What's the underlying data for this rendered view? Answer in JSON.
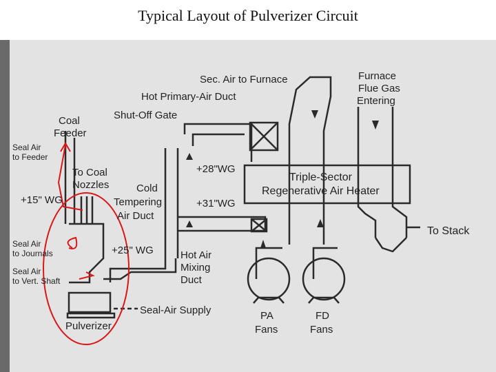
{
  "title": "Typical Layout of Pulverizer Circuit",
  "labels": {
    "sec_air": "Sec. Air to Furnace",
    "hot_primary": "Hot Primary-Air Duct",
    "shutoff": "Shut-Off Gate",
    "furnace1": "Furnace",
    "furnace2": "Flue Gas",
    "furnace3": "Entering",
    "coal1": "Coal",
    "coal2": "Feeder",
    "sealfeed1": "Seal Air",
    "sealfeed2": "to Feeder",
    "nozzles1": "To Coal",
    "nozzles2": "Nozzles",
    "wg15": "+15\" WG",
    "wg28": "+28\"WG",
    "wg31": "+31\"WG",
    "wg25": "+25\" WG",
    "cold1": "Cold",
    "cold2": "Tempering",
    "cold3": "Air Duct",
    "triple1": "Triple-Sector",
    "triple2": "Regenerative Air Heater",
    "stack": "To Stack",
    "sealj1": "Seal Air",
    "sealj2": "to Journals",
    "sealv1": "Seal Air",
    "sealv2": "to Vert. Shaft",
    "hotmix1": "Hot Air",
    "hotmix2": "Mixing",
    "hotmix3": "Duct",
    "sealsupply": "Seal-Air Supply",
    "pulverizer": "Pulverizer",
    "pa1": "PA",
    "pa2": "Fans",
    "fd1": "FD",
    "fd2": "Fans"
  },
  "colors": {
    "ink": "#2a2a2a",
    "annotation": "#d81818",
    "paper": "#e3e3e3"
  }
}
